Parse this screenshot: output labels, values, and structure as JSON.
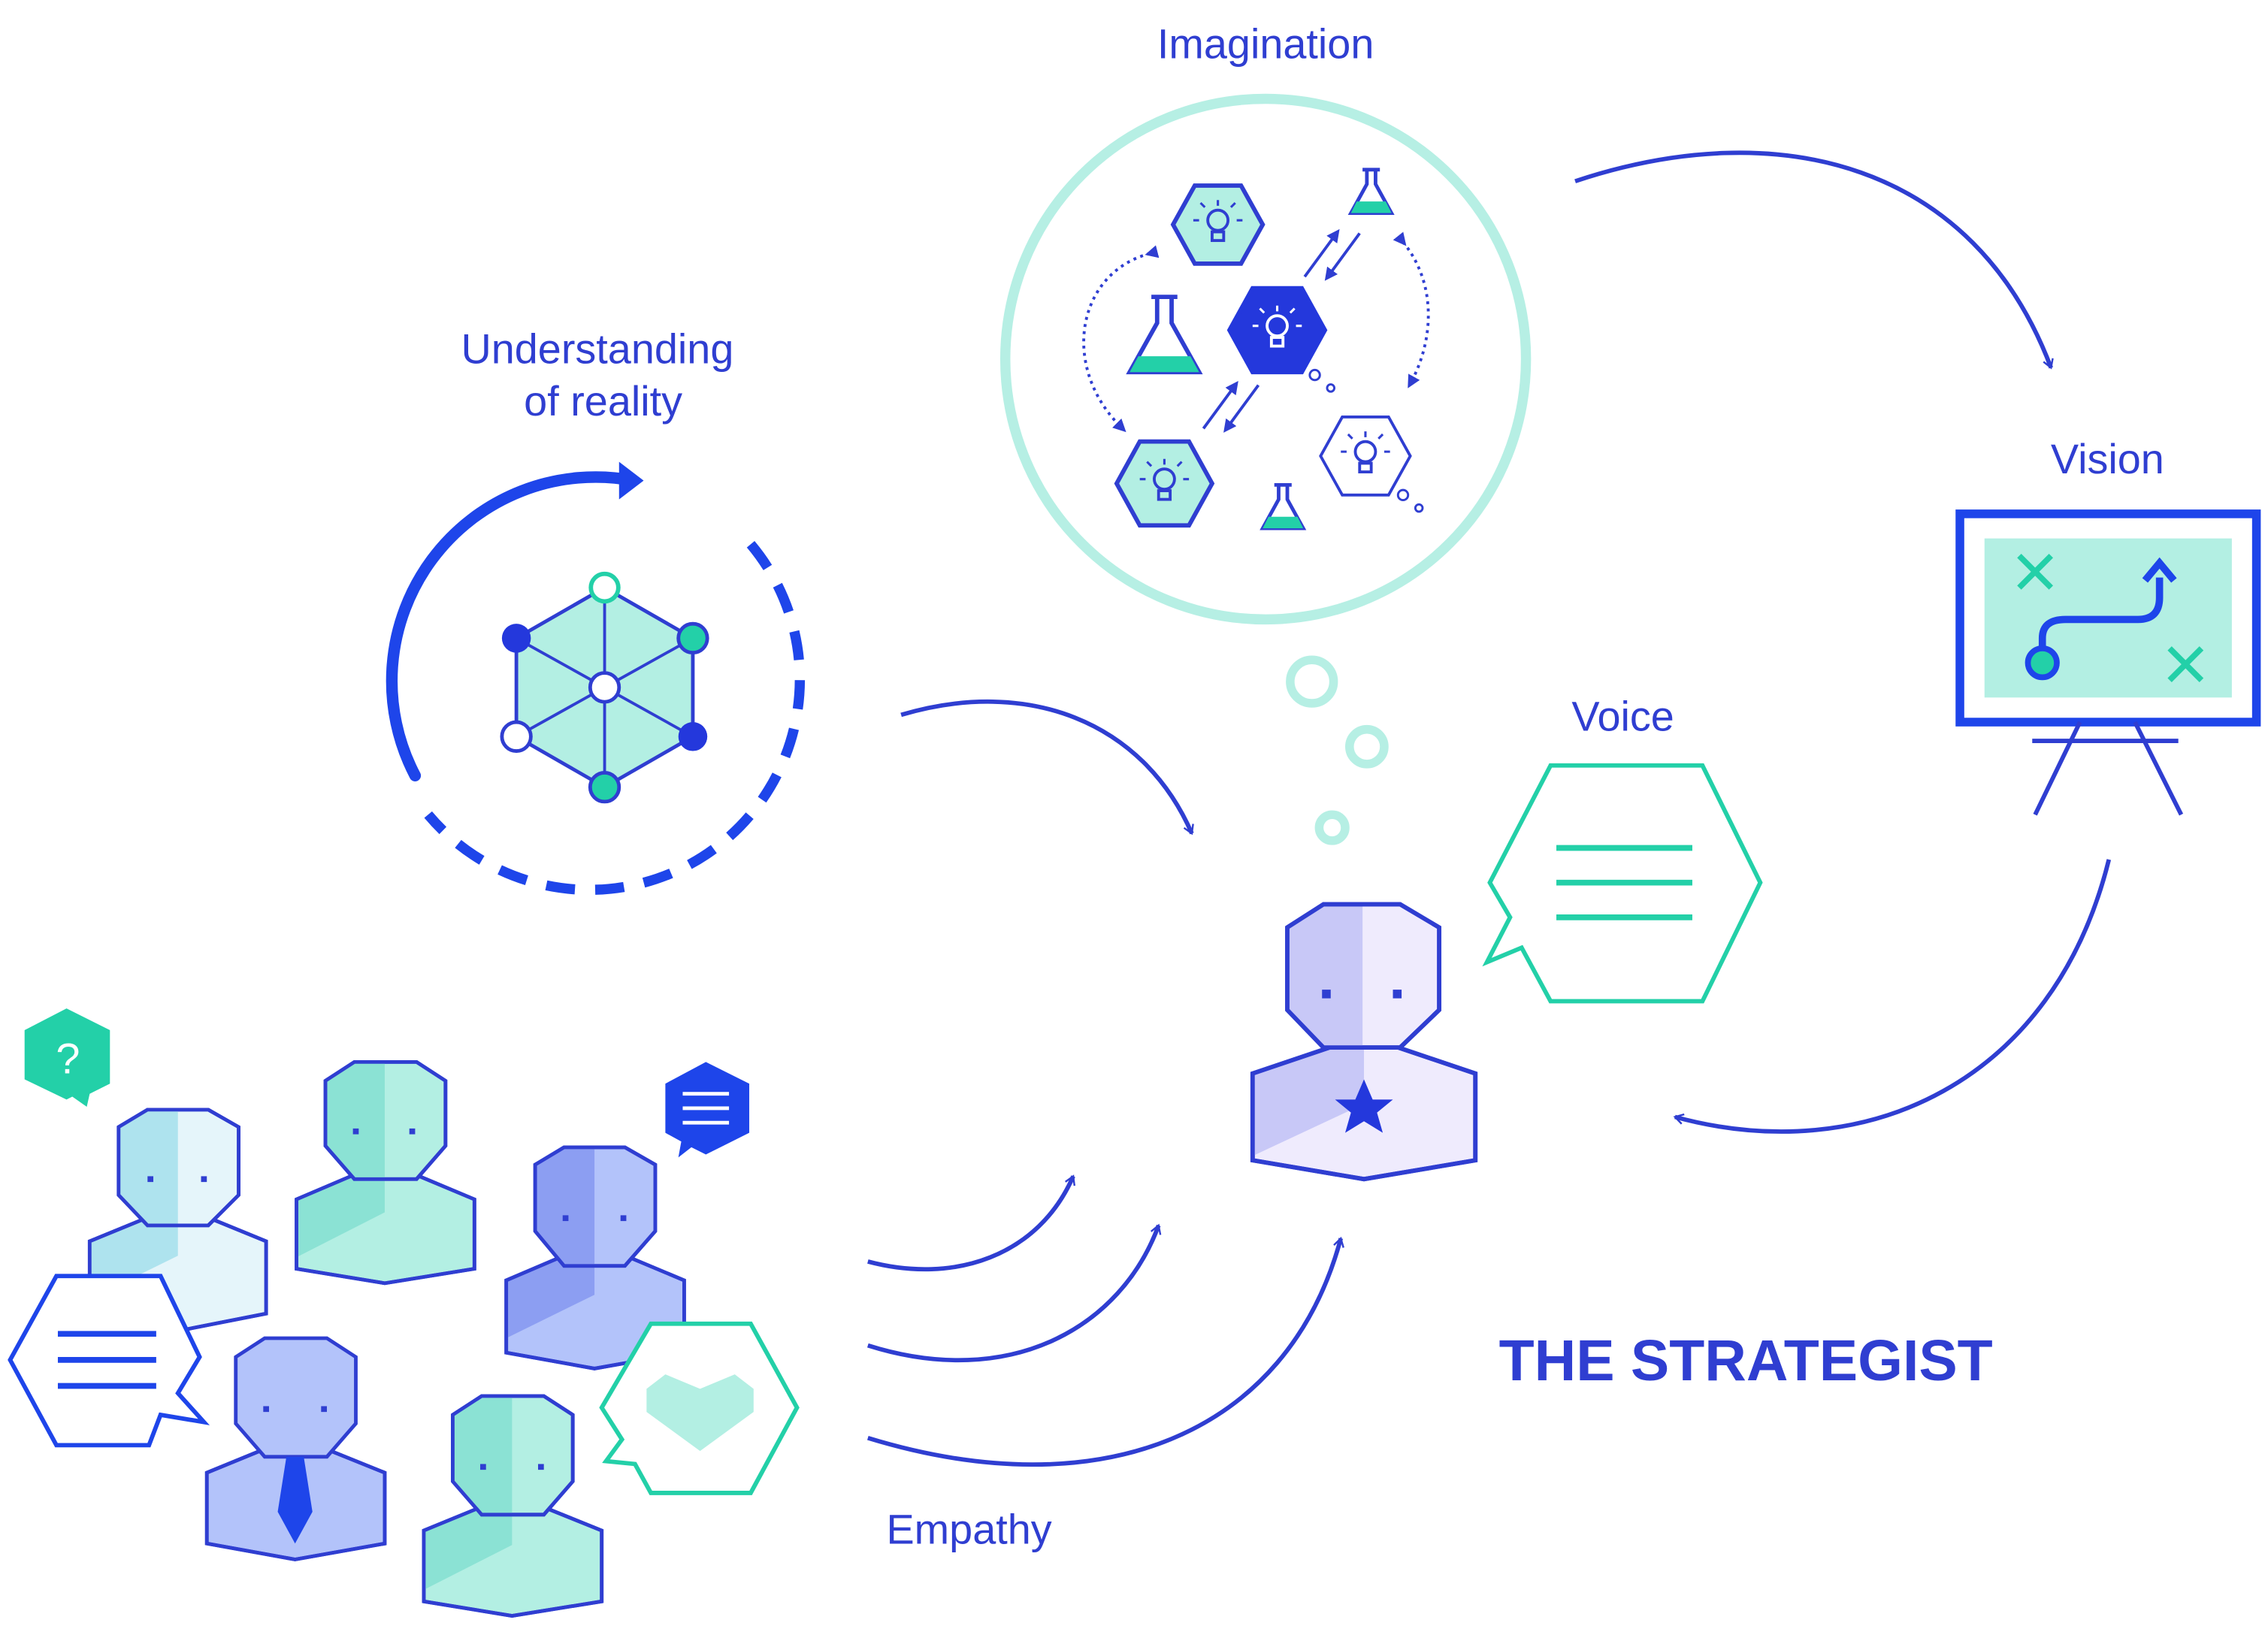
{
  "labels": {
    "imagination": "Imagination",
    "understanding_line1": "Understanding",
    "understanding_line2": "of reality",
    "vision": "Vision",
    "voice": "Voice",
    "empathy": "Empathy",
    "title": "THE STRATEGIST",
    "question_mark": "?"
  },
  "colors": {
    "primary_blue": "#2f3ed1",
    "deep_blue": "#1e45ea",
    "teal": "#23d0a8",
    "mint_fill": "#b3efe3",
    "ring": "#b6efe4",
    "lavender": "#c8c8f7",
    "periwinkle": "#8c9ef2"
  },
  "icons": [
    "lightbulb-icon",
    "flask-icon",
    "question-icon",
    "heart-icon",
    "star-icon",
    "tie-icon",
    "target-x-icon",
    "arrow-icon"
  ]
}
